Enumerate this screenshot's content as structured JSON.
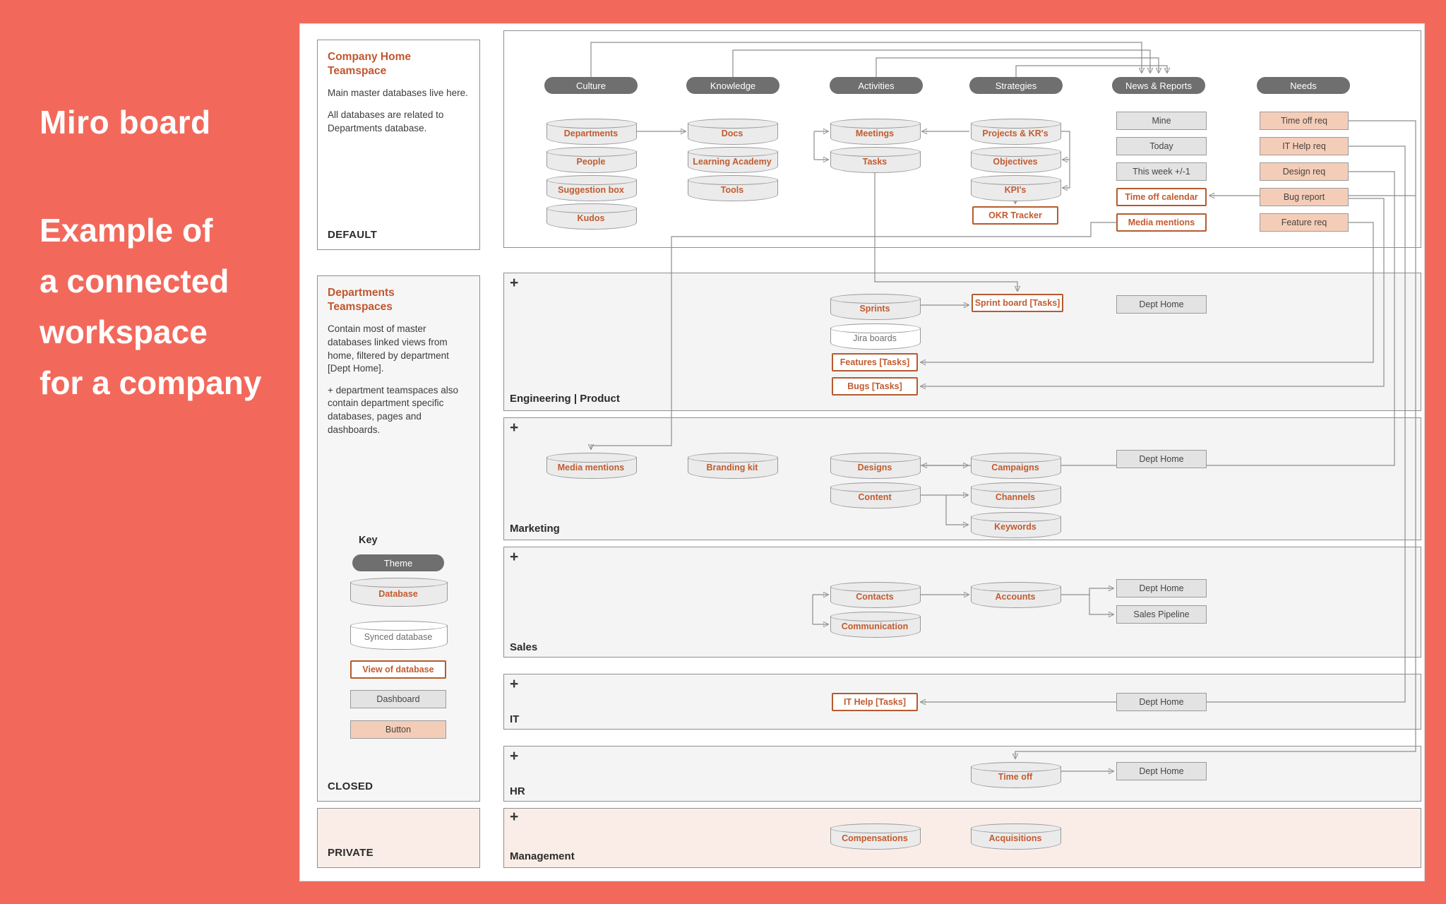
{
  "hero": {
    "title": "Miro board",
    "subtitle": "Example of\na connected\nworkspace\nfor a company"
  },
  "panels": {
    "company_home": {
      "title": "Company Home\nTeamspace",
      "para1": "Main master databases live here.",
      "para2": "All databases are related to Departments database.",
      "footer": "DEFAULT"
    },
    "departments": {
      "title": "Departments\nTeamspaces",
      "para1": "Contain most of master databases linked views from home, filtered by department [Dept Home].",
      "para2": "+ department teamspaces also contain department specific databases, pages and dashboards.",
      "key": {
        "title": "Key",
        "theme": "Theme",
        "database": "Database",
        "synced": "Synced database",
        "view": "View of database",
        "dashboard": "Dashboard",
        "button": "Button"
      },
      "footer": "CLOSED"
    },
    "private": {
      "footer": "PRIVATE"
    }
  },
  "themes": {
    "culture": "Culture",
    "knowledge": "Knowledge",
    "activities": "Activities",
    "strategies": "Strategies",
    "news": "News & Reports",
    "needs": "Needs"
  },
  "home": {
    "culture": [
      "Departments",
      "People",
      "Suggestion box",
      "Kudos"
    ],
    "knowledge": [
      "Docs",
      "Learning Academy",
      "Tools"
    ],
    "activities": [
      "Meetings",
      "Tasks"
    ],
    "strategies": [
      "Projects & KR's",
      "Objectives",
      "KPI's"
    ],
    "strategies_view": "OKR Tracker",
    "news_dashboards": [
      "Mine",
      "Today",
      "This week +/-1"
    ],
    "news_views": [
      "Time off calendar",
      "Media mentions"
    ],
    "needs": [
      "Time off req",
      "IT Help req",
      "Design req",
      "Bug report",
      "Feature req"
    ]
  },
  "sections": {
    "engineering": {
      "plus": "+",
      "label": "Engineering | Product",
      "sprints": "Sprints",
      "jira": "Jira boards",
      "features": "Features [Tasks]",
      "bugs": "Bugs [Tasks]",
      "sprint_board": "Sprint board [Tasks]",
      "dept_home": "Dept Home"
    },
    "marketing": {
      "plus": "+",
      "label": "Marketing",
      "media_mentions": "Media mentions",
      "branding_kit": "Branding kit",
      "designs": "Designs",
      "content": "Content",
      "campaigns": "Campaigns",
      "channels": "Channels",
      "keywords": "Keywords",
      "dept_home": "Dept Home"
    },
    "sales": {
      "plus": "+",
      "label": "Sales",
      "contacts": "Contacts",
      "communication": "Communication",
      "accounts": "Accounts",
      "dept_home": "Dept Home",
      "pipeline": "Sales Pipeline"
    },
    "it": {
      "plus": "+",
      "label": "IT",
      "it_help": "IT Help [Tasks]",
      "dept_home": "Dept Home"
    },
    "hr": {
      "plus": "+",
      "label": "HR",
      "time_off": "Time off",
      "dept_home": "Dept Home"
    },
    "management": {
      "plus": "+",
      "label": "Management",
      "compensations": "Compensations",
      "acquisitions": "Acquisitions"
    }
  },
  "colors": {
    "background": "#F2695C",
    "accent_orange": "#C25B2F",
    "theme_pill": "#6F6F6F",
    "button_fill": "#F4CDB9",
    "pink_section": "#FAEDE7"
  }
}
